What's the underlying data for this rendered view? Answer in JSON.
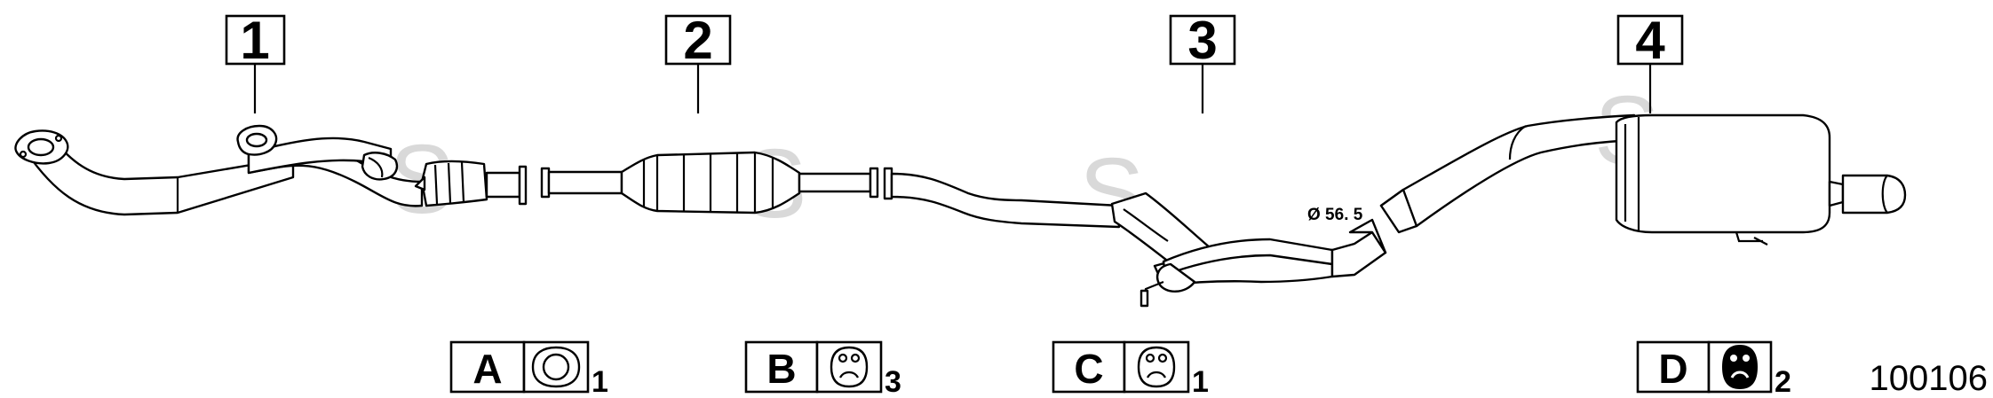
{
  "callouts": [
    {
      "label": "1"
    },
    {
      "label": "2"
    },
    {
      "label": "3"
    },
    {
      "label": "4"
    }
  ],
  "dimension_label": "Ø 56. 5",
  "legend": [
    {
      "letter": "A",
      "part": "gasket-ring",
      "quantity": "1"
    },
    {
      "letter": "B",
      "part": "rubber-hanger",
      "quantity": "3"
    },
    {
      "letter": "C",
      "part": "rubber-hanger",
      "quantity": "1"
    },
    {
      "letter": "D",
      "part": "heavy-rubber-hanger",
      "quantity": "2"
    }
  ],
  "reference_number": "100106",
  "watermark": "S",
  "colors": {
    "line": "#000000",
    "watermark": "#d9d9d9",
    "background": "#ffffff"
  }
}
